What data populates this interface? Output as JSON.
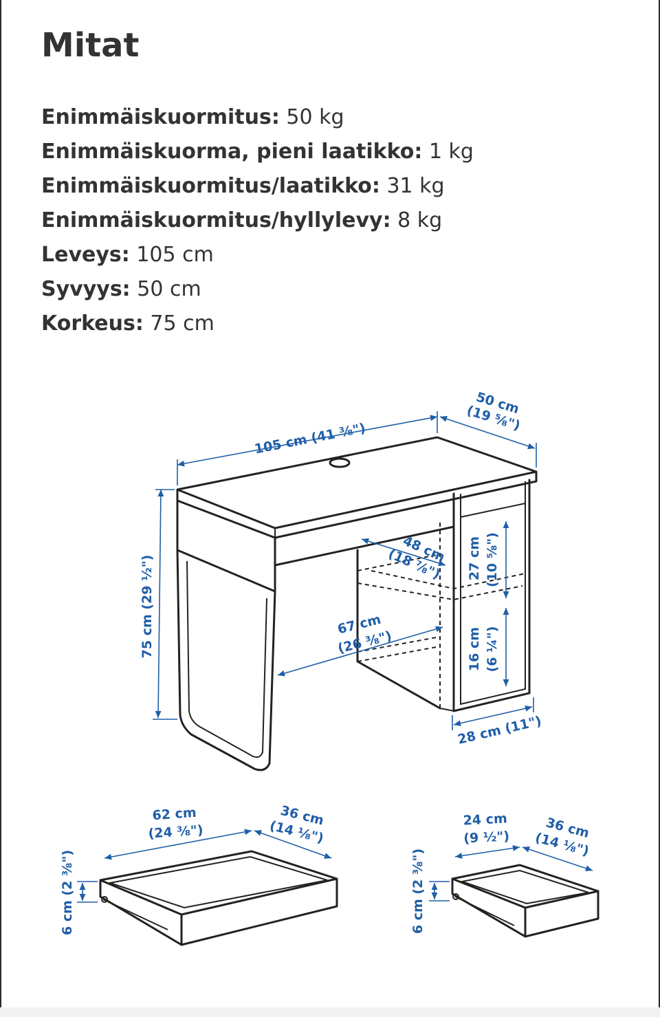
{
  "title": "Mitat",
  "specs": [
    {
      "label": "Enimmäiskuormitus:",
      "value": "50 kg"
    },
    {
      "label": "Enimmäiskuorma, pieni laatikko:",
      "value": "1 kg"
    },
    {
      "label": "Enimmäiskuormitus/laatikko:",
      "value": "31 kg"
    },
    {
      "label": "Enimmäiskuormitus/hyllylevy:",
      "value": "8 kg"
    },
    {
      "label": "Leveys:",
      "value": "105 cm"
    },
    {
      "label": "Syvyys:",
      "value": "50 cm"
    },
    {
      "label": "Korkeus:",
      "value": "75 cm"
    }
  ],
  "diagram": {
    "desk": {
      "width": "105 cm (41 ⅜\")",
      "depth_cm": "50 cm",
      "depth_in": "(19 ⅝\")",
      "height": "75 cm (29 ½\")",
      "inner_depth_cm": "48 cm",
      "inner_depth_in": "(18 ⅞\")",
      "inner_width_cm": "67 cm",
      "inner_width_in": "(26 ⅜\")",
      "upper_height": "27 cm",
      "upper_height_in": "(10 ⅝\")",
      "lower_height": "16 cm",
      "lower_height_in": "(6 ¼\")",
      "cabinet_width": "28 cm (11\")"
    },
    "large_drawer": {
      "width_cm": "62 cm",
      "width_in": "(24 ⅜\")",
      "depth_cm": "36 cm",
      "depth_in": "(14 ⅛\")",
      "height": "6 cm (2 ⅜\")"
    },
    "small_drawer": {
      "width_cm": "24 cm",
      "width_in": "(9 ½\")",
      "depth_cm": "36 cm",
      "depth_in": "(14 ⅛\")",
      "height": "6 cm (2 ⅜\")"
    }
  }
}
